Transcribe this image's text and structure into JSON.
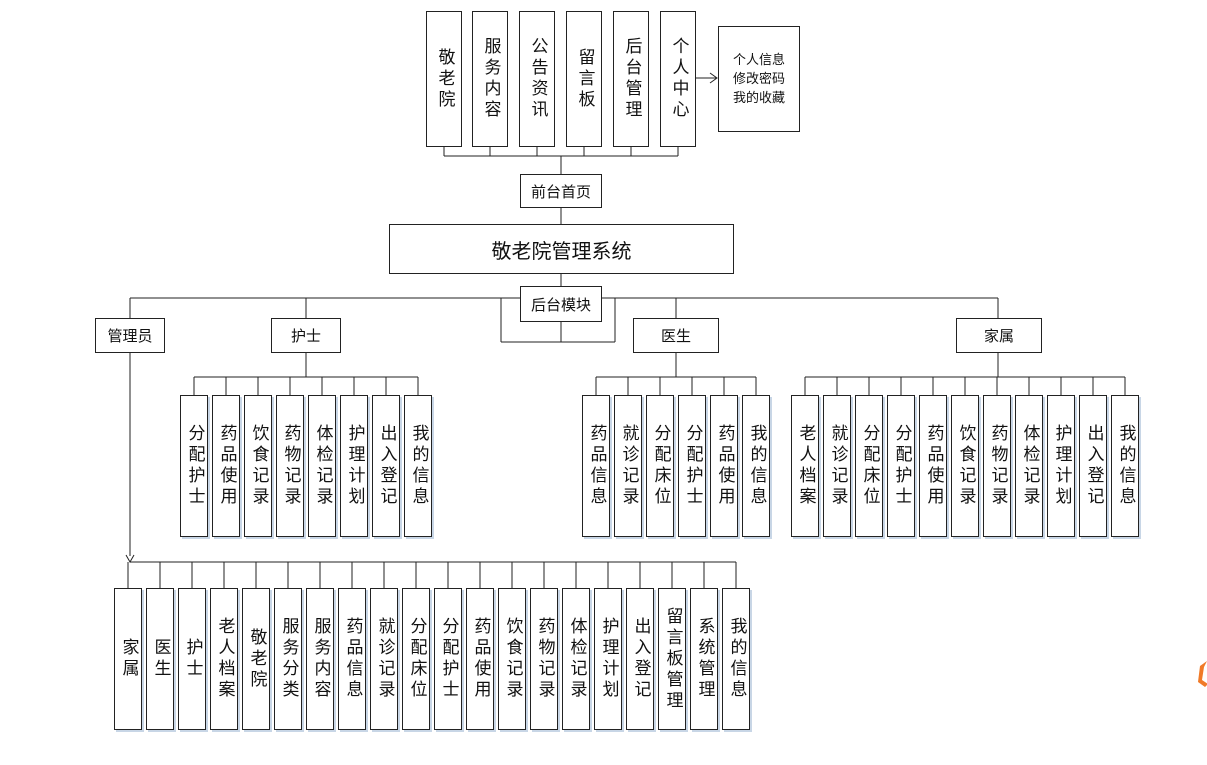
{
  "front": {
    "title": "前台首页",
    "items": [
      "敬老院",
      "服务内容",
      "公告资讯",
      "留言板",
      "后台管理",
      "个人中心"
    ],
    "personal_center_menu": [
      "个人信息",
      "修改密码",
      "我的收藏"
    ]
  },
  "system_title": "敬老院管理系统",
  "backend": {
    "title": "后台模块",
    "roles": [
      {
        "name": "管理员",
        "modules": [
          "家属",
          "医生",
          "护士",
          "老人档案",
          "敬老院",
          "服务分类",
          "服务内容",
          "药品信息",
          "就诊记录",
          "分配床位",
          "分配护士",
          "药品使用",
          "饮食记录",
          "药物记录",
          "体检记录",
          "护理计划",
          "出入登记",
          "留言板管理",
          "系统管理",
          "我的信息"
        ]
      },
      {
        "name": "护士",
        "modules": [
          "分配护士",
          "药品使用",
          "饮食记录",
          "药物记录",
          "体检记录",
          "护理计划",
          "出入登记",
          "我的信息"
        ]
      },
      {
        "name": "医生",
        "modules": [
          "药品信息",
          "就诊记录",
          "分配床位",
          "分配护士",
          "药品使用",
          "我的信息"
        ]
      },
      {
        "name": "家属",
        "modules": [
          "老人档案",
          "就诊记录",
          "分配床位",
          "分配护士",
          "药品使用",
          "饮食记录",
          "药物记录",
          "体检记录",
          "护理计划",
          "出入登记",
          "我的信息"
        ]
      }
    ]
  },
  "colors": {
    "line": "#222222",
    "box_border": "#222222",
    "box_shadow": "#c8d6e6",
    "accent": "#f07a28"
  }
}
